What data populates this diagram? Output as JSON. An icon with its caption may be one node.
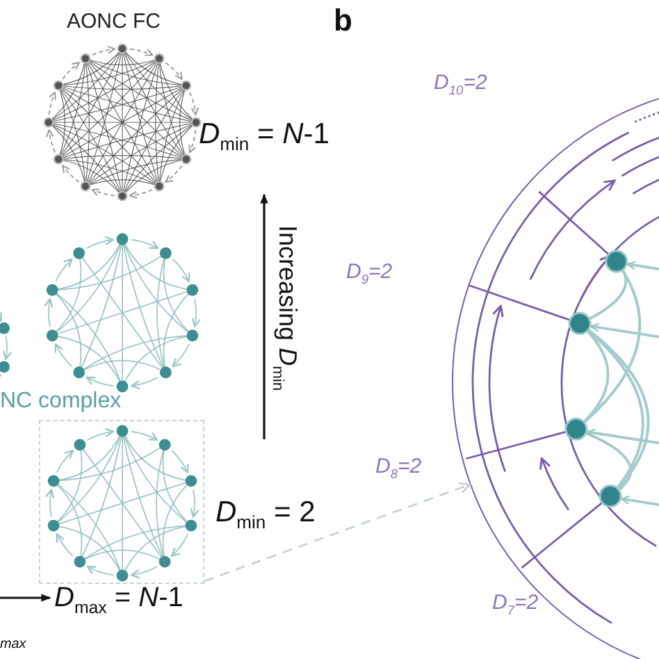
{
  "diagram": {
    "nodes": [
      {
        "text": [],
        "shape": "box"
      },
      {
        "text": [],
        "shape": "circle"
      }
    ],
    "edges": [
      {
        "from": 0,
        "to": 1,
        "arrow": "to",
        "style": "dashed",
        "color": "#c5d3d3"
      }
    ],
    "labels": [
      "AONC FC",
      "*D*$_{min}$ = *N*-1",
      "Increasing *D*$_{min}$",
      "NC complex",
      "*D*$_{min}$ = 2",
      "*D*$_{max}$ = *N*-1",
      "$_{max}$",
      "b",
      "D$_{10}$=2",
      "D$_{9}$=2",
      "D$_{8}$=2",
      "D$_{7}$=2"
    ]
  }
}
